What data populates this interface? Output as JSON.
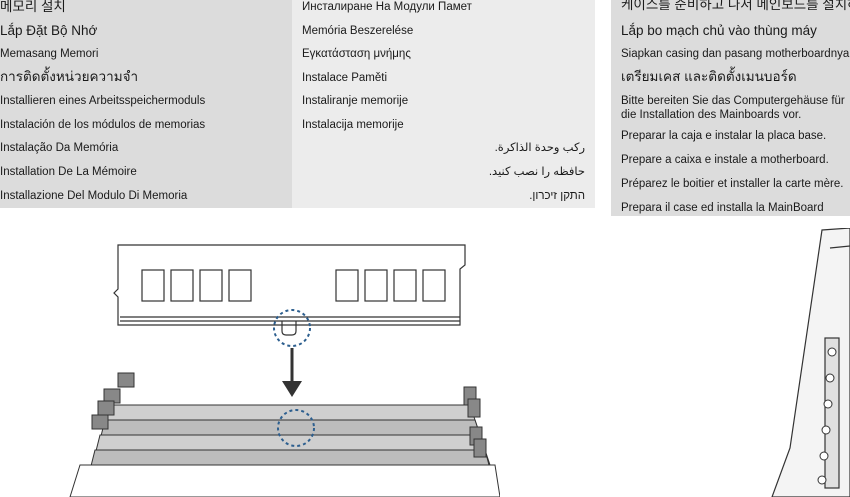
{
  "left_column": [
    "메모리 설치",
    "Lắp Đặt Bộ Nhớ",
    "Memasang Memori",
    "การติดตั้งหน่วยความจำ",
    "Installieren eines Arbeitsspeichermoduls",
    "Instalación de los módulos de memorias",
    "Instalação Da Memória",
    "Installation De La Mémoire",
    "Installazione Del Modulo Di Memoria"
  ],
  "middle_column": [
    "Инсталиране На Модули Памет",
    "Memória Beszerelése",
    "Εγκατάσταση μνήμης",
    "Instalace Paměti",
    "Instaliranje memorije",
    "Instalacija memorije"
  ],
  "middle_column_rtl": [
    "ركب وحدة الذاكرة.",
    "حافظه را نصب کنید.",
    "התקן זיכרון."
  ],
  "right_column": [
    "케이스를 준비하고 나서 메인보드를 설치하",
    "Lắp bo mạch chủ vào thùng máy",
    "Siapkan casing dan pasang motherboardnya.",
    "เตรียมเคส และติดตั้งเมนบอร์ด",
    "Bitte bereiten Sie das Computergehäuse für die Installation des Mainboards vor.",
    "Preparar la caja e instalar la placa base.",
    "Prepare a caixa e instale a motherboard.",
    "Préparez le boitier et installer la carte mère.",
    "Prepara il case ed installa la MainBoard"
  ]
}
